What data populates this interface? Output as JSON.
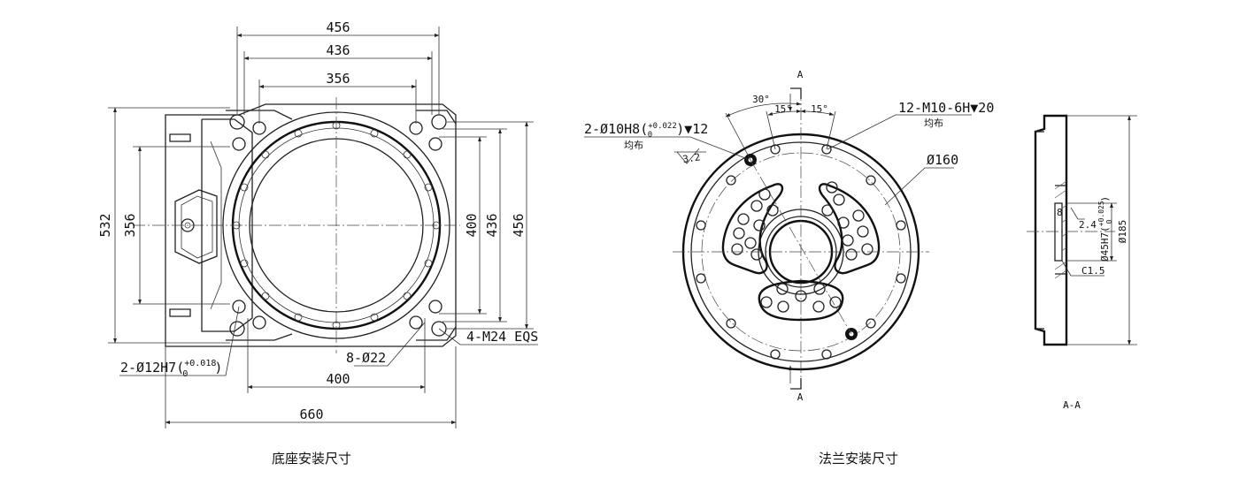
{
  "base": {
    "caption": "底座安装尺寸",
    "dims": {
      "w456": "456",
      "w436": "436",
      "w356": "356",
      "h532": "532",
      "h356": "356",
      "h400": "400",
      "h436": "436",
      "h456": "456",
      "w400": "400",
      "w660": "660"
    },
    "callouts": {
      "bolts": "4-M24 EQS",
      "holes": "8-Ø22",
      "pins_main": "2-Ø12H7(",
      "pins_tol_upper": "+0.018",
      "pins_tol_lower": "0",
      "pins_close": ")"
    }
  },
  "flange": {
    "caption": "法兰安装尺寸",
    "section_mark": "A",
    "angles": {
      "a30": "30°",
      "a15_left": "15°",
      "a15_right": "15°"
    },
    "pin_callout": {
      "main": "2-Ø10H8(",
      "tol_upper": "+0.022",
      "tol_lower": "0",
      "depth": ")▼12",
      "note": "均布",
      "roughness": "3.2"
    },
    "thread_callout": {
      "main": "12-M10-6H▼20",
      "note": "均布"
    },
    "pcd": "Ø160"
  },
  "section": {
    "label": "A-A",
    "depth": "8",
    "step": "2.4",
    "chamfer": "C1.5",
    "bore_main": "Ø45H7(",
    "bore_tol_upper": "+0.025",
    "bore_tol_lower": "0",
    "bore_close": ")",
    "outer_dia": "Ø185"
  }
}
